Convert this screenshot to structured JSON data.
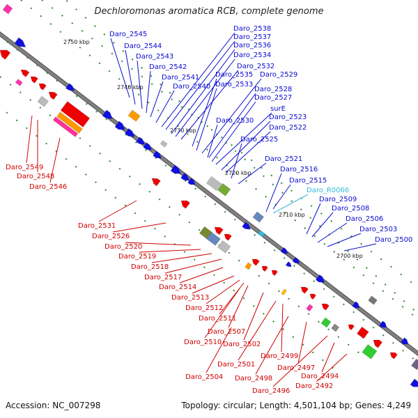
{
  "header": {
    "title": "Dechloromonas aromatica RCB, complete genome"
  },
  "footer": {
    "accession": "Accession: NC_007298",
    "summary": "Topology: circular; Length: 4,501,104 bp; Genes: 4,249"
  },
  "colors": {
    "plus_strand_label": "#0a0ad0",
    "minus_strand_label": "#d00000",
    "rna_label": "#33bbdd",
    "backbone": "#808080",
    "tick_dots": "#2a8a2a"
  },
  "scale_ticks": [
    "2750 kbp",
    "2740 kbp",
    "2730 kbp",
    "2720 kbp",
    "2710 kbp",
    "2700 kbp"
  ],
  "plus_strand_genes": [
    "Daro_2545",
    "Daro_2544",
    "Daro_2543",
    "Daro_2542",
    "Daro_2541",
    "Daro_2540",
    "Daro_2538",
    "Daro_2537",
    "Daro_2536",
    "Daro_2534",
    "Daro_2532",
    "Daro_2535",
    "Daro_2533",
    "Daro_2529",
    "Daro_2528",
    "Daro_2527",
    "surE",
    "Daro_2530",
    "Daro_2523",
    "Daro_2522",
    "Daro_2525",
    "Daro_2521",
    "Daro_2516",
    "Daro_2515",
    "Daro_2509",
    "Daro_2508",
    "Daro_2506",
    "Daro_2503",
    "Daro_2500"
  ],
  "rna_genes": [
    "Daro_R0066"
  ],
  "minus_strand_genes": [
    "Daro_2549",
    "Daro_2548",
    "Daro_2546",
    "Daro_2531",
    "Daro_2526",
    "Daro_2520",
    "Daro_2519",
    "Daro_2518",
    "Daro_2517",
    "Daro_2514",
    "Daro_2513",
    "Daro_2512",
    "Daro_2511",
    "Daro_2507",
    "Daro_2510",
    "Daro_2502",
    "Daro_2501",
    "Daro_2499",
    "Daro_2504",
    "Daro_2498",
    "Daro_2497",
    "Daro_2496",
    "Daro_2494",
    "Daro_2492"
  ]
}
